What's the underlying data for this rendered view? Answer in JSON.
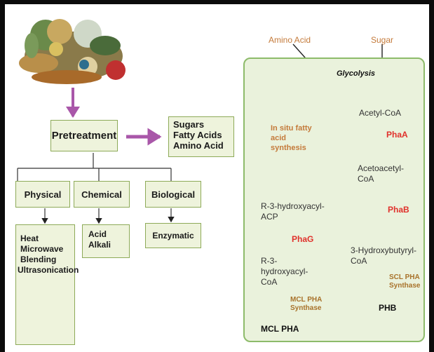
{
  "pretreatment": {
    "label": "Pretreatment",
    "outputs": [
      "Sugars",
      "Fatty Acids",
      "Amino Acid"
    ],
    "methods": [
      {
        "label": "Physical",
        "details": [
          "Heat",
          "Microwave",
          "Blending",
          "Ultrasonication"
        ]
      },
      {
        "label": "Chemical",
        "details": [
          "Acid",
          "Alkali"
        ]
      },
      {
        "label": "Biological",
        "details": [
          "Enzymatic"
        ]
      }
    ]
  },
  "pathway": {
    "amino_acid": "Amino Acid",
    "sugar": "Sugar",
    "glycolysis": "Glycolysis",
    "acetyl_coa": "Acetyl-CoA",
    "in_situ": [
      "In situ fatty",
      "acid",
      "synthesis"
    ],
    "phaA": "PhaA",
    "acetoacetyl": [
      "Acetoacetyl-",
      "CoA"
    ],
    "phaB": "PhaB",
    "hydroxybutyryl": [
      "3-Hydroxybutyryl-",
      "CoA"
    ],
    "scl": [
      "SCL PHA",
      "Synthase"
    ],
    "phb": "PHB",
    "r3acp": [
      "R-3-hydroxyacyl-",
      "ACP"
    ],
    "phaG": "PhaG",
    "r3coa": [
      "R-3-",
      "hydroxyacyl-",
      "CoA"
    ],
    "mcl": [
      "MCL PHA",
      "Synthase"
    ],
    "mcl_pha": "MCL PHA"
  },
  "colors": {
    "box_fill": "#eef3dc",
    "box_border": "#8daa58",
    "panel_fill": "#eaf2dc",
    "panel_border": "#8dbb6a",
    "arrow_purple": "#a957a9",
    "enzyme_red": "#e0312b",
    "orange_text": "#c47a3a"
  }
}
